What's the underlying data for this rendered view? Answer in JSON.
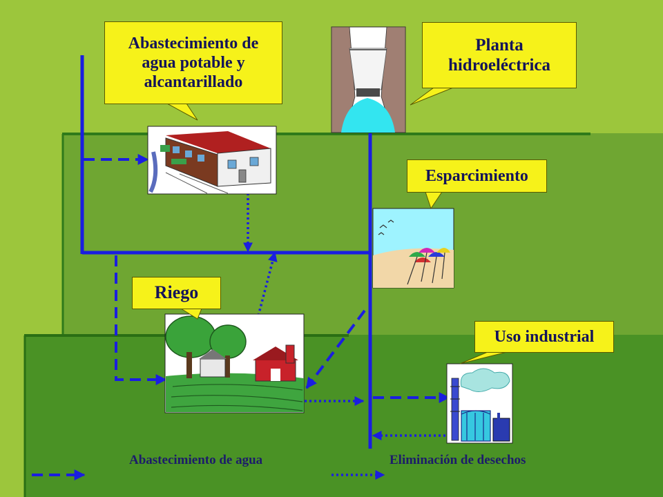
{
  "callouts": {
    "water_supply": "Abastecimiento de  agua potable y alcantarillado",
    "hydro_plant": "Planta hidroeléctrica",
    "recreation": "Esparcimiento",
    "irrigation": "Riego",
    "industrial": "Uso industrial"
  },
  "legend": {
    "supply_label": "Abastecimiento de agua",
    "waste_label": "Eliminación de desechos"
  },
  "colors": {
    "background_light": "#9cc63c",
    "background_mid": "#6fa632",
    "background_dark": "#4a9225",
    "flow_lines": "#1a1ee0",
    "callout_fill": "#f6f21a",
    "callout_text": "#14145a"
  },
  "icons": [
    "building-icon",
    "dam-icon",
    "beach-icon",
    "farm-icon",
    "factory-icon"
  ]
}
